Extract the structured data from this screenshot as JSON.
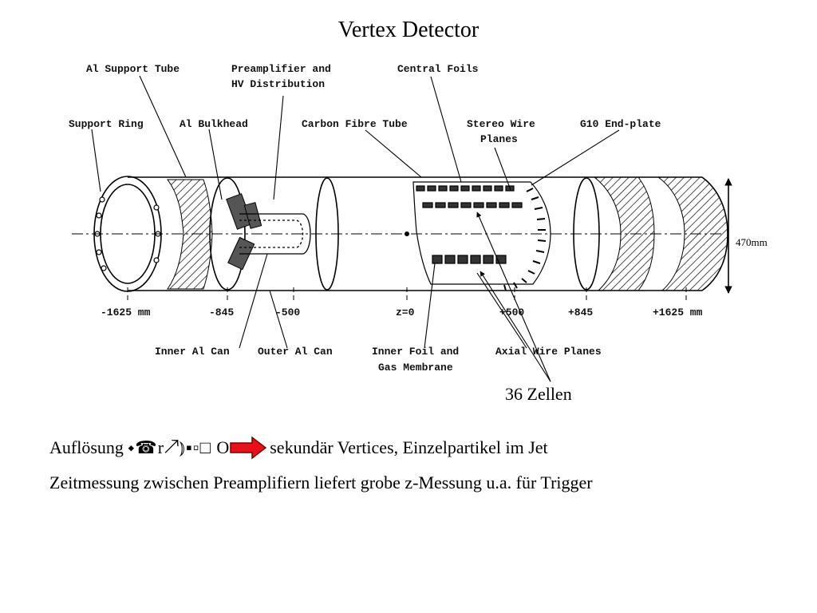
{
  "slide": {
    "title": "Vertex Detector",
    "diagram": {
      "labels": {
        "al_support_tube": "Al Support Tube",
        "preamp_line1": "Preamplifier and",
        "preamp_line2": "HV Distribution",
        "central_foils": "Central Foils",
        "support_ring": "Support Ring",
        "al_bulkhead": "Al Bulkhead",
        "carbon_fibre_tube": "Carbon Fibre Tube",
        "stereo_line1": "Stereo Wire",
        "stereo_line2": "Planes",
        "g10_endplate": "G10 End-plate",
        "inner_al_can": "Inner Al Can",
        "outer_al_can": "Outer Al Can",
        "inner_foil_line1": "Inner Foil and",
        "inner_foil_line2": "Gas Membrane",
        "axial_wire_planes": "Axial Wire Planes"
      },
      "axis_ticks": [
        "-1625 mm",
        "-845",
        "-500",
        "z=0",
        "+500",
        "+845",
        "+1625 mm"
      ],
      "dimension": "470mm",
      "cells_label": "36 Zellen"
    },
    "text_lines": {
      "line1_prefix": "Auflösung ",
      "line1_glyphs": "⬩☎r↗⦆▪▫□ Ο",
      "line1_suffix": "sekundär Vertices, Einzelpartikel im Jet",
      "line2": "Zeitmessung zwischen Preamplifiern liefert grobe z-Messung u.a. für Trigger"
    },
    "colors": {
      "arrow_fill": "#e8101a",
      "arrow_stroke": "#7a0000"
    }
  }
}
